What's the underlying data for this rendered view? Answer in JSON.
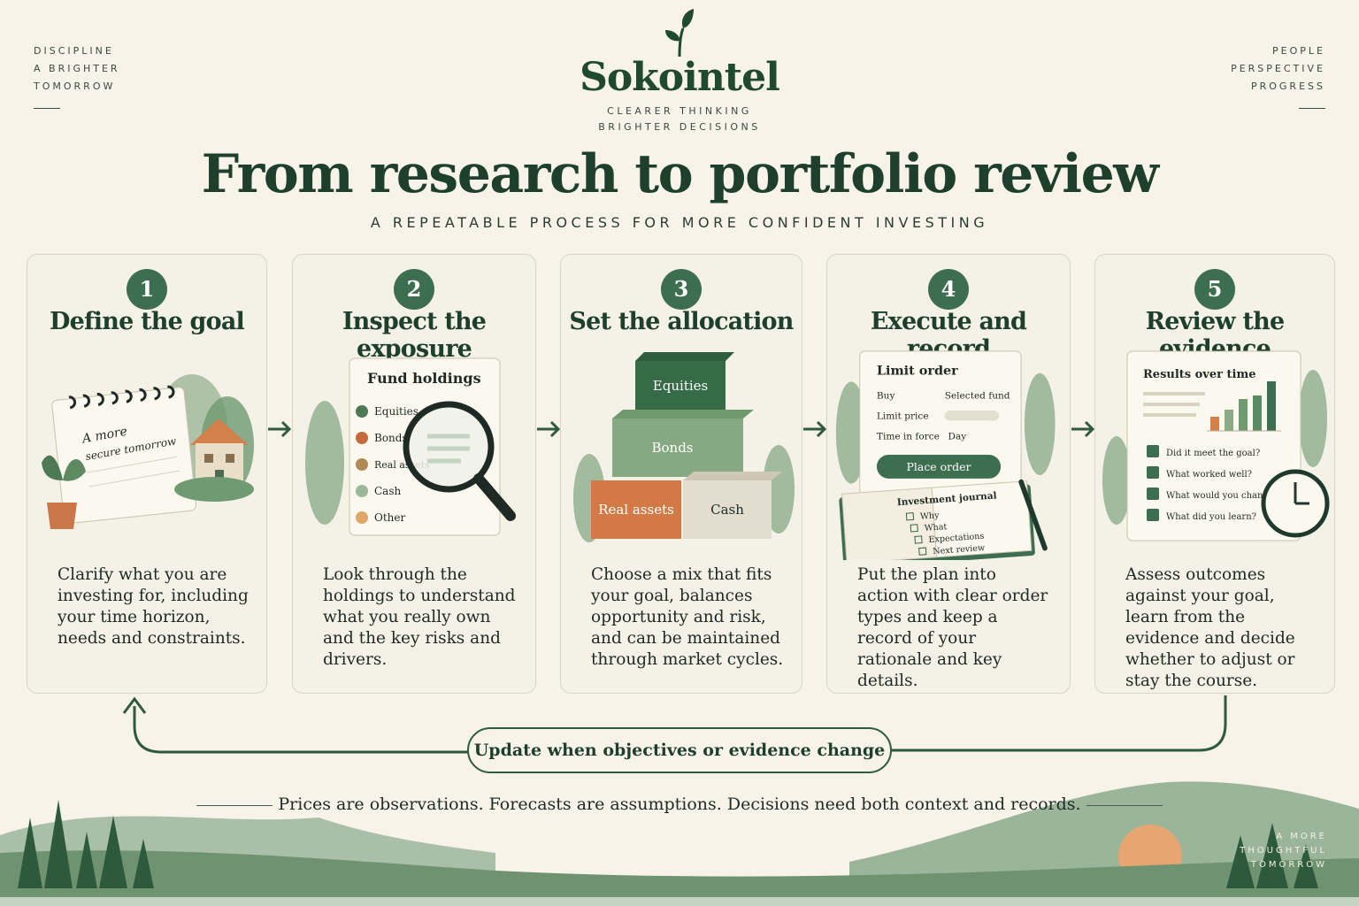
{
  "corners": {
    "top_left": [
      "DISCIPLINE",
      "A BRIGHTER",
      "TOMORROW"
    ],
    "top_right": [
      "PEOPLE",
      "PERSPECTIVE",
      "PROGRESS"
    ],
    "bottom_right": [
      "A MORE",
      "THOUGHTFUL",
      "TOMORROW"
    ]
  },
  "brand": {
    "name": "Sokointel",
    "tagline_1": "CLEARER THINKING",
    "tagline_2": "BRIGHTER DECISIONS"
  },
  "title": "From research to portfolio review",
  "subtitle": "A REPEATABLE PROCESS FOR MORE CONFIDENT INVESTING",
  "steps": [
    {
      "number": "1",
      "title": "Define the goal",
      "description": "Clarify what you are investing for, including your time horizon, needs and constraints.",
      "note_line_1": "A more",
      "note_line_2": "secure tomorrow"
    },
    {
      "number": "2",
      "title": "Inspect the exposure",
      "description": "Look through the holdings to understand what you really own and the key risks and drivers.",
      "panel_title": "Fund holdings",
      "holdings": [
        "Equities",
        "Bonds",
        "Real assets",
        "Cash",
        "Other"
      ]
    },
    {
      "number": "3",
      "title": "Set the allocation",
      "description": "Choose a mix that fits your goal, balances opportunity and risk, and can be maintained through market cycles.",
      "blocks": [
        "Equities",
        "Bonds",
        "Real assets",
        "Cash"
      ]
    },
    {
      "number": "4",
      "title": "Execute and record",
      "description": "Put the plan into action with clear order types and keep a record of your rationale and key details.",
      "order_title": "Limit order",
      "order_rows": [
        {
          "label": "Buy",
          "value": "Selected fund"
        },
        {
          "label": "Limit price",
          "value": ""
        },
        {
          "label": "Time in force",
          "value": "Day"
        }
      ],
      "order_button": "Place order",
      "journal_title": "Investment journal",
      "journal_items": [
        "Why",
        "What",
        "Expectations",
        "Next review"
      ]
    },
    {
      "number": "5",
      "title": "Review the evidence",
      "description": "Assess outcomes against your goal, learn from the evidence and decide whether to adjust or stay the course.",
      "panel_title": "Results over time",
      "checklist": [
        "Did it meet the goal?",
        "What worked well?",
        "What would you change?",
        "What did you learn?"
      ]
    }
  ],
  "loop_label": "Update when objectives or evidence change",
  "footnote": "Prices are observations. Forecasts are assumptions.  Decisions  need both context and records.",
  "colors": {
    "background": "#f7f3e8",
    "primary_green": "#3e6e50",
    "dark_green": "#1d3f2b",
    "terracotta": "#d4804a",
    "sage": "#7fa27f"
  }
}
